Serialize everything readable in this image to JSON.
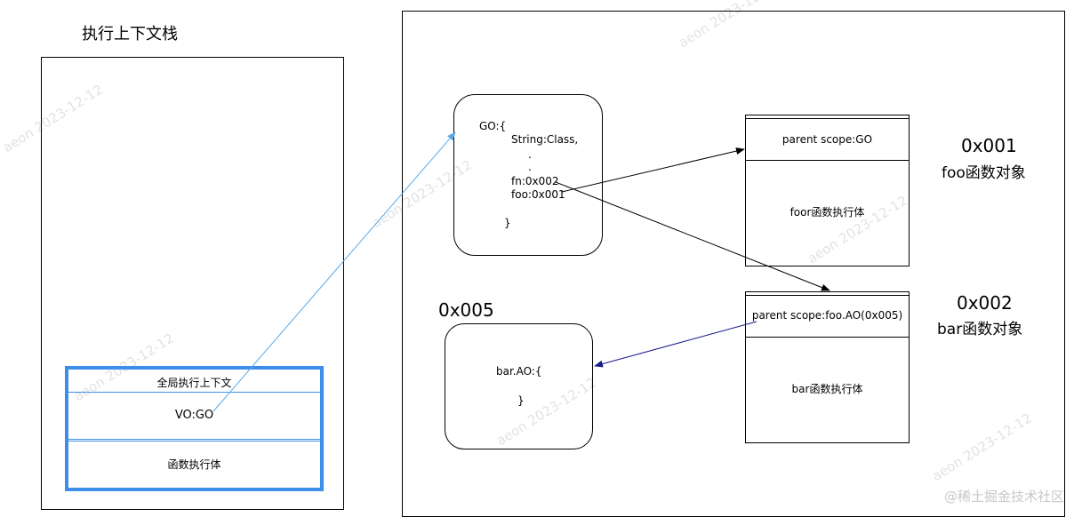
{
  "stack": {
    "title": "执行上下文栈",
    "global_context": {
      "title": "全局执行上下文",
      "vo": "VO:GO",
      "body": "函数执行体"
    }
  },
  "go_object": {
    "open": "GO:{",
    "line1": "String:Class,",
    "dot1": ".",
    "dot2": ".",
    "fn": "fn:0x002",
    "foo": "foo:0x001",
    "close": "}"
  },
  "foo_object": {
    "parent_scope": "parent scope:GO",
    "body": "foor函数执行体",
    "address": "0x001",
    "name": "foo函数对象"
  },
  "bar_object": {
    "parent_scope": "parent scope:foo.AO(0x005)",
    "body": "bar函数执行体",
    "address": "0x002",
    "name": "bar函数对象"
  },
  "bar_ao": {
    "address": "0x005",
    "open": "bar.AO:{",
    "close": "}"
  },
  "watermark": "aeon 2023-12-12",
  "credit": "@稀土掘金技术社区",
  "colors": {
    "context_border": "#3d8ee8",
    "vo_arrow": "#5aa9e6",
    "scope_arrow": "#1a1a8c",
    "line": "#000000"
  }
}
